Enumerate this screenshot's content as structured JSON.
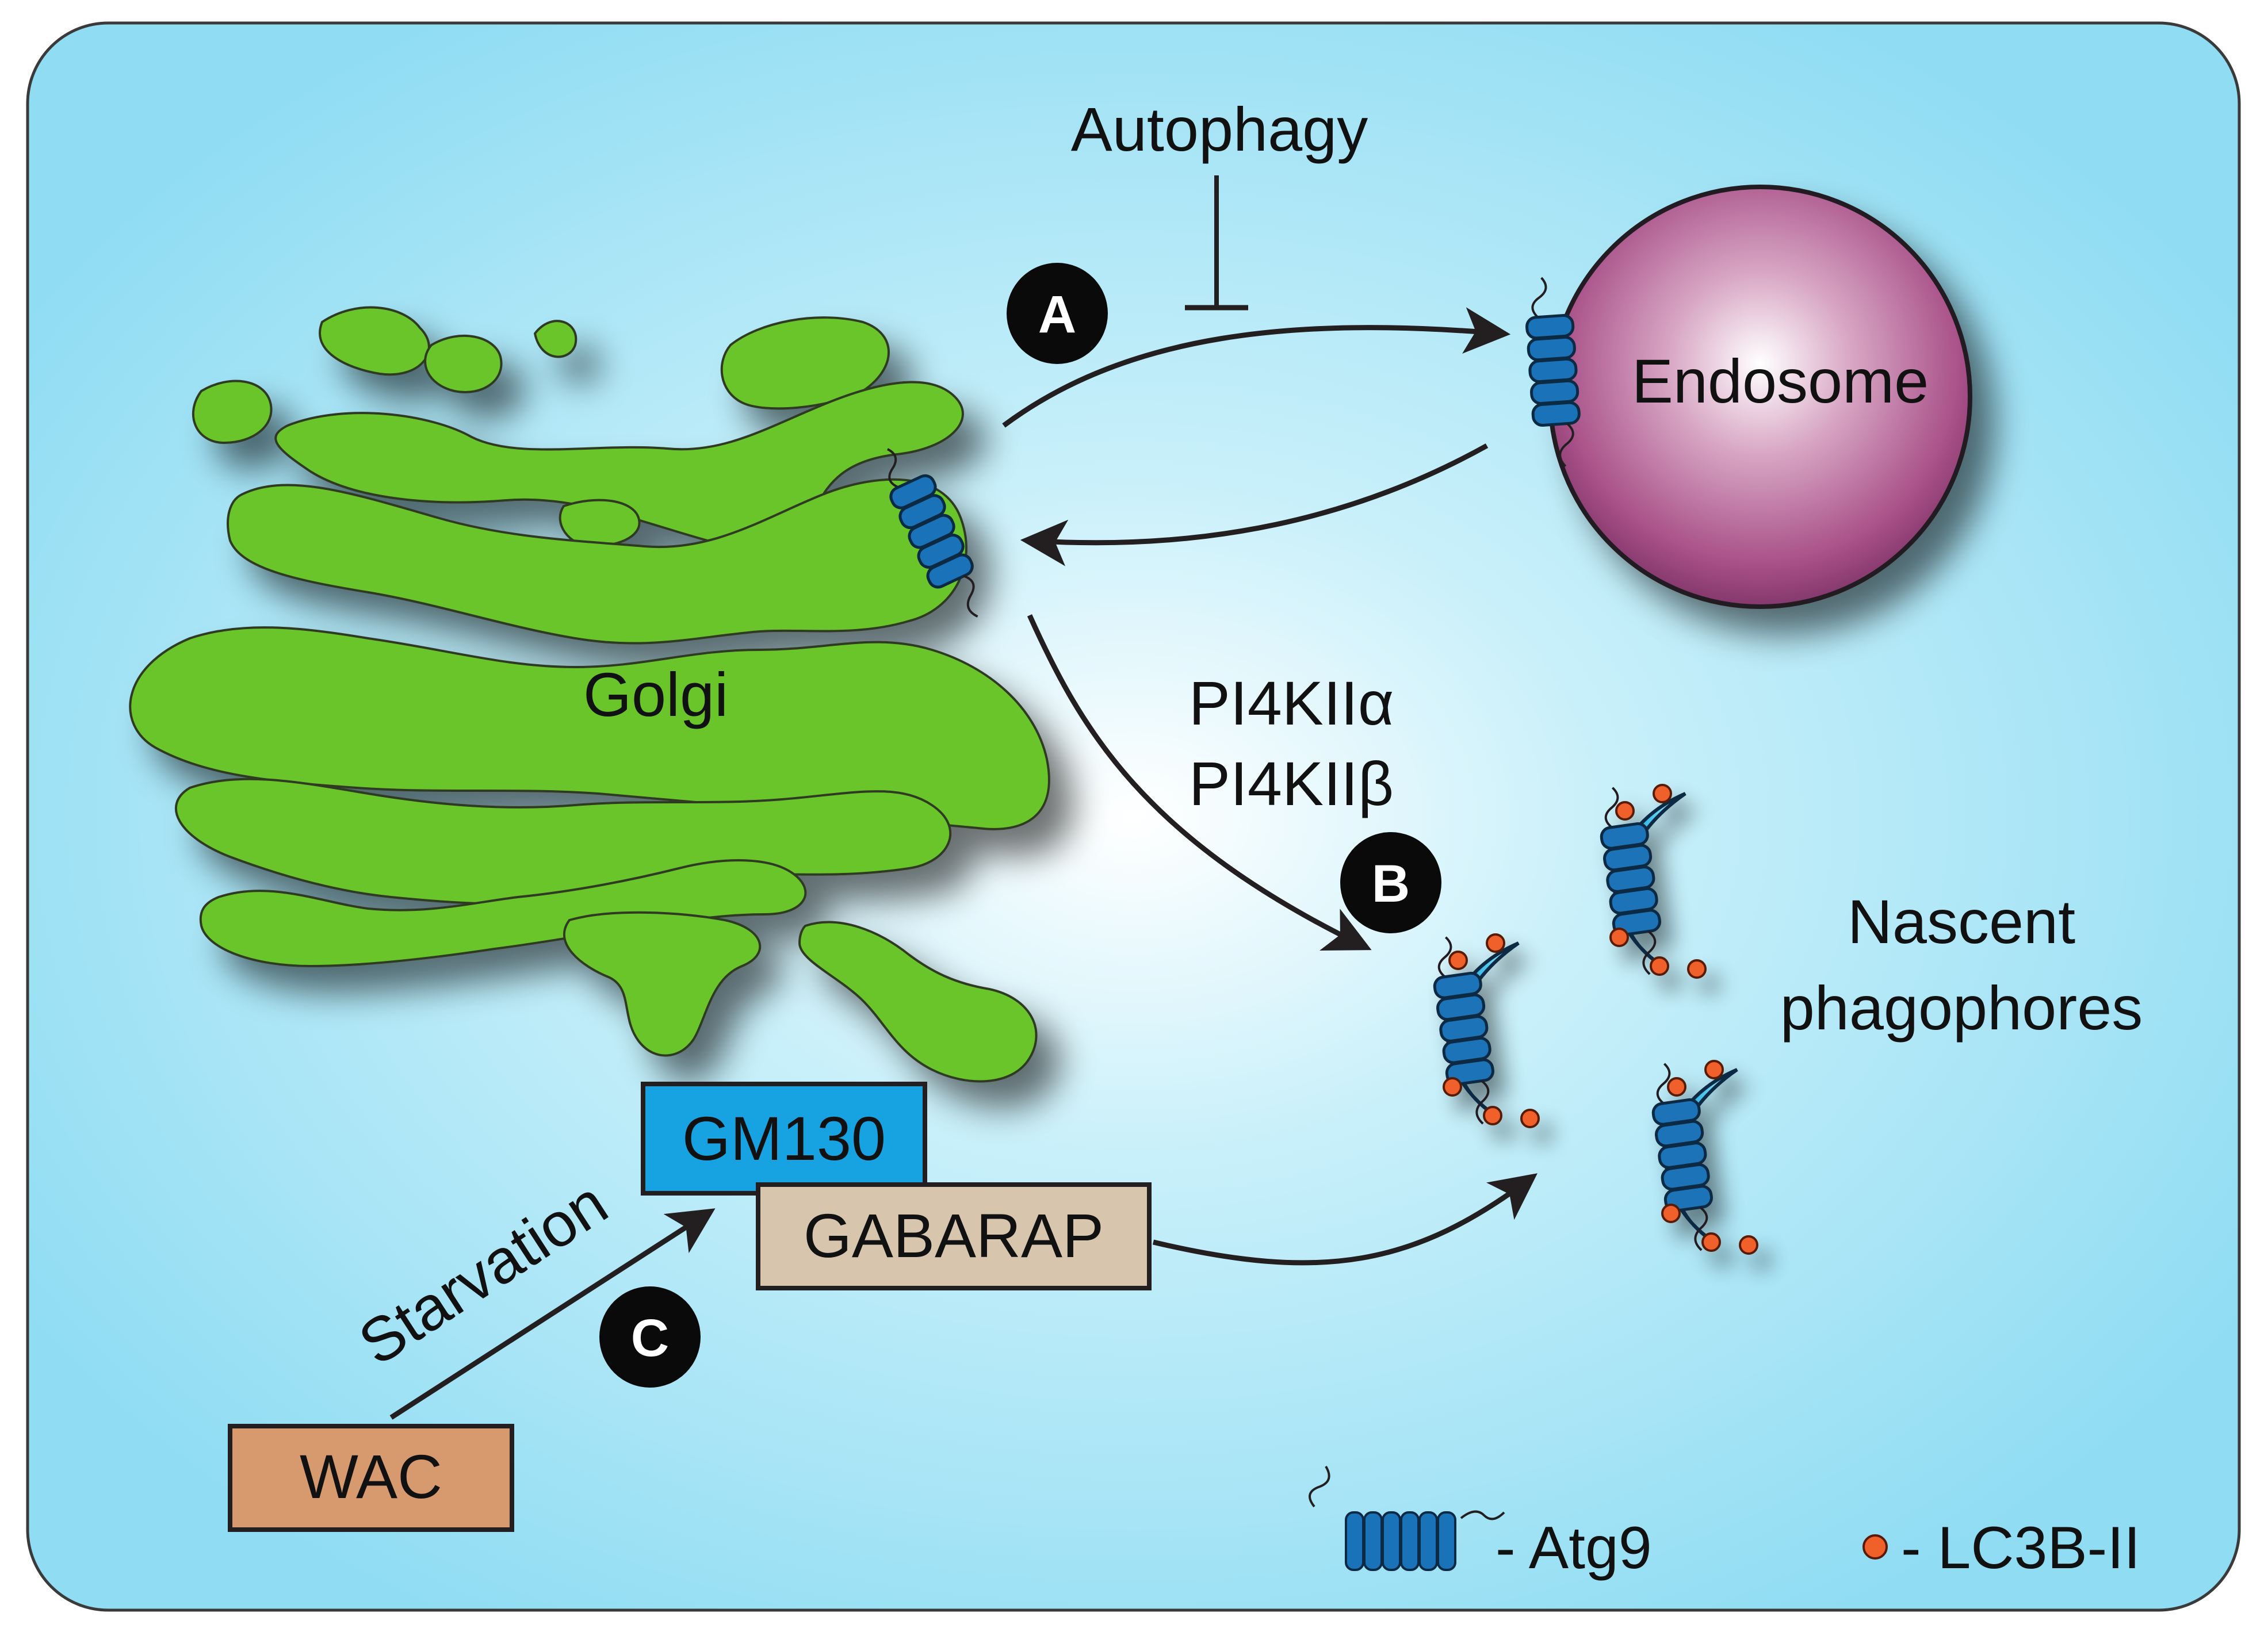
{
  "diagram": {
    "top_label": "Autophagy",
    "organelles": {
      "golgi": "Golgi",
      "endosome": "Endosome"
    },
    "kinases": [
      "PI4KIIα",
      "PI4KIIβ"
    ],
    "phagophores_label_line1": "Nascent",
    "phagophores_label_line2": "phagophores",
    "badges": {
      "a": "A",
      "b": "B",
      "c": "C"
    },
    "proteins": {
      "gm130": "GM130",
      "gabarap": "GABARAP",
      "wac": "WAC"
    },
    "stimulus": "Starvation",
    "legend": {
      "atg9": "- Atg9",
      "lc3b": "- LC3B-II"
    }
  },
  "colors": {
    "background_center": "#ffffff",
    "background_edge": "#aee6f5",
    "golgi": "#6bc52c",
    "endosome": "#9c4a7c",
    "atg9": "#1a73b8",
    "lc3b": "#f0612a",
    "phagophore": "#32b7e4",
    "gm130": "#17a2e1",
    "gabarap": "#d7c5ae",
    "wac": "#d69a6e",
    "badge": "#0a0a0a"
  },
  "icons": [
    "atg9-transmembrane-icon",
    "lc3b-dot-icon",
    "inhibition-bar-icon"
  ]
}
